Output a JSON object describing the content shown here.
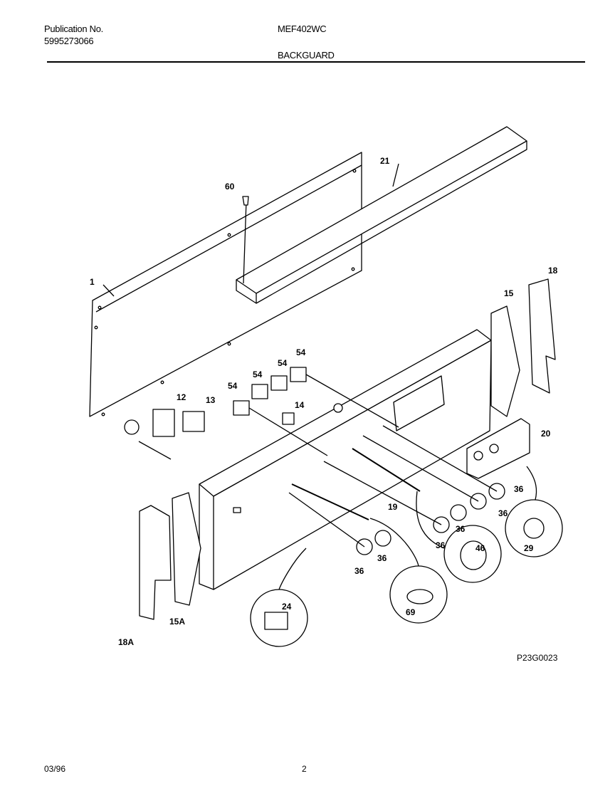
{
  "header": {
    "publication_label": "Publication No.",
    "publication_number": "5995273066",
    "model": "MEF402WC",
    "section": "BACKGUARD"
  },
  "parts": {
    "p1": "1",
    "p12": "12",
    "p13": "13",
    "p14": "14",
    "p15": "15",
    "p15a": "15A",
    "p18": "18",
    "p18a": "18A",
    "p19": "19",
    "p20": "20",
    "p21": "21",
    "p24": "24",
    "p29": "29",
    "p36": "36",
    "p46": "46",
    "p54": "54",
    "p60": "60",
    "p69": "69"
  },
  "drawing_code": "P23G0023",
  "footer": {
    "date": "03/96",
    "page": "2"
  }
}
